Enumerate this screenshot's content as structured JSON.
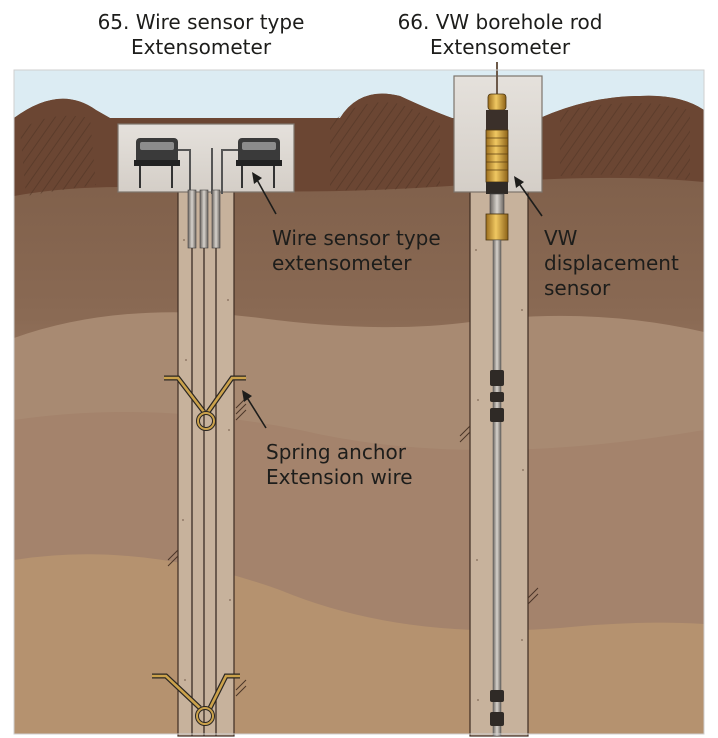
{
  "titles": {
    "wire_extensometer": [
      "65. Wire sensor type",
      "Extensometer"
    ],
    "vw_extensometer": [
      "66. VW borehole rod",
      "Extensometer"
    ]
  },
  "callouts": {
    "wire_sensor": [
      "Wire sensor type",
      "extensometer"
    ],
    "vw_sensor": [
      "VW",
      "displacement",
      "sensor"
    ],
    "spring_anchor": [
      "Spring anchor",
      "Extension wire"
    ]
  },
  "colors": {
    "sky": "#dfeef4",
    "topsoil": "#6e4a36",
    "soil_mid": "#7c5c48",
    "soil_lower": "#a98a70",
    "soil_bottom": "#b18f6f",
    "concrete_box": "#ddd8d2",
    "borehole": "#cbb59e",
    "sensor_gold": "#d5a33c"
  }
}
